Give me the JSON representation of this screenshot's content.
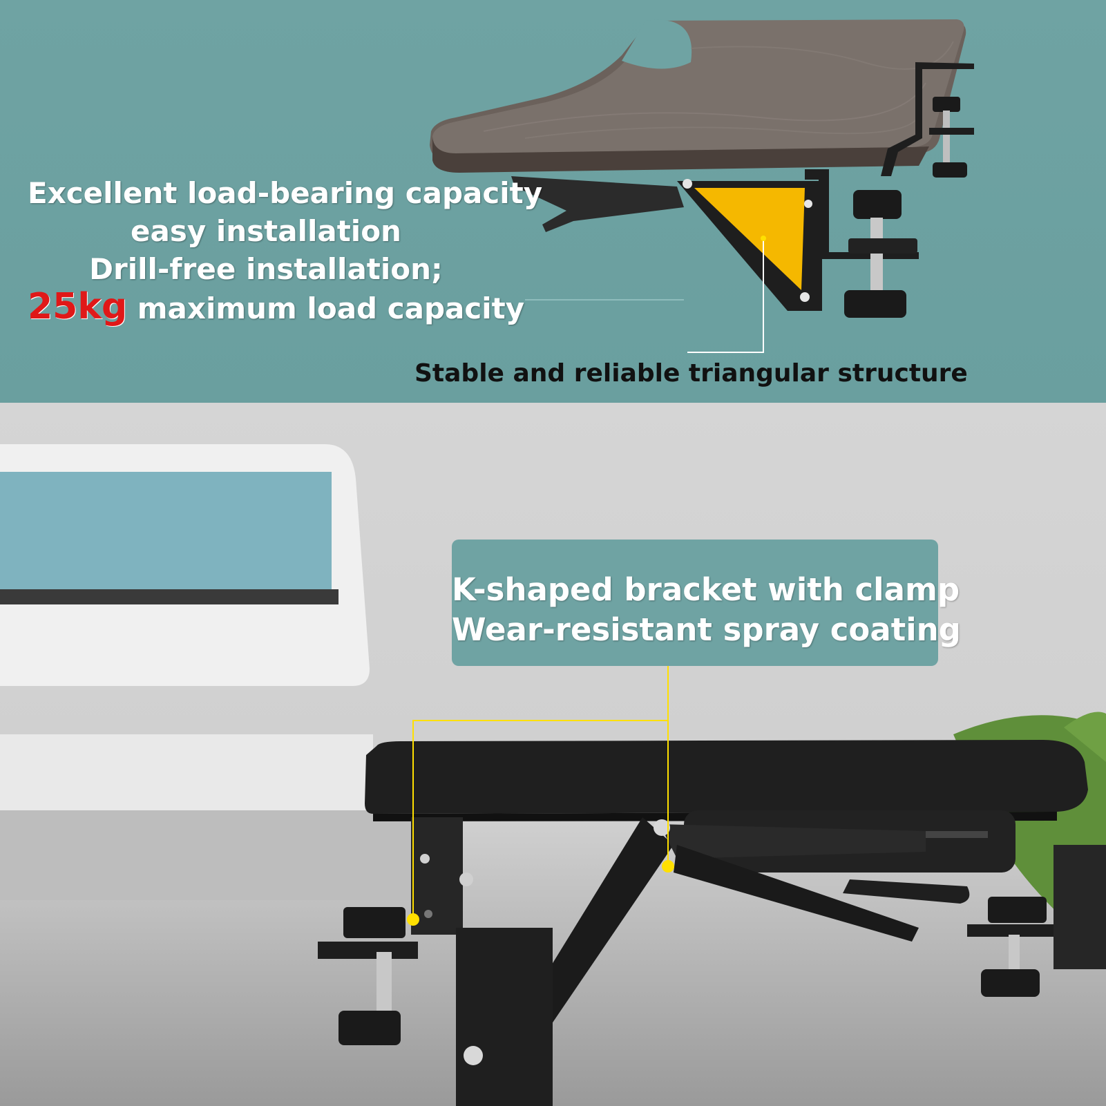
{
  "top_panel": {
    "features": [
      "Excellent load-bearing capacity",
      "easy installation",
      "Drill-free installation;"
    ],
    "load_value": "25kg",
    "load_text": " maximum load capacity",
    "callout": "Stable and reliable triangular structure"
  },
  "bottom_panel": {
    "callout_lines": [
      "K-shaped bracket with clamp",
      "Wear-resistant spray coating"
    ]
  },
  "colors": {
    "teal_background": "#6fa3a3",
    "accent_yellow": "#f5b800",
    "highlight_red": "#e01818",
    "wood": "#5e554f"
  }
}
